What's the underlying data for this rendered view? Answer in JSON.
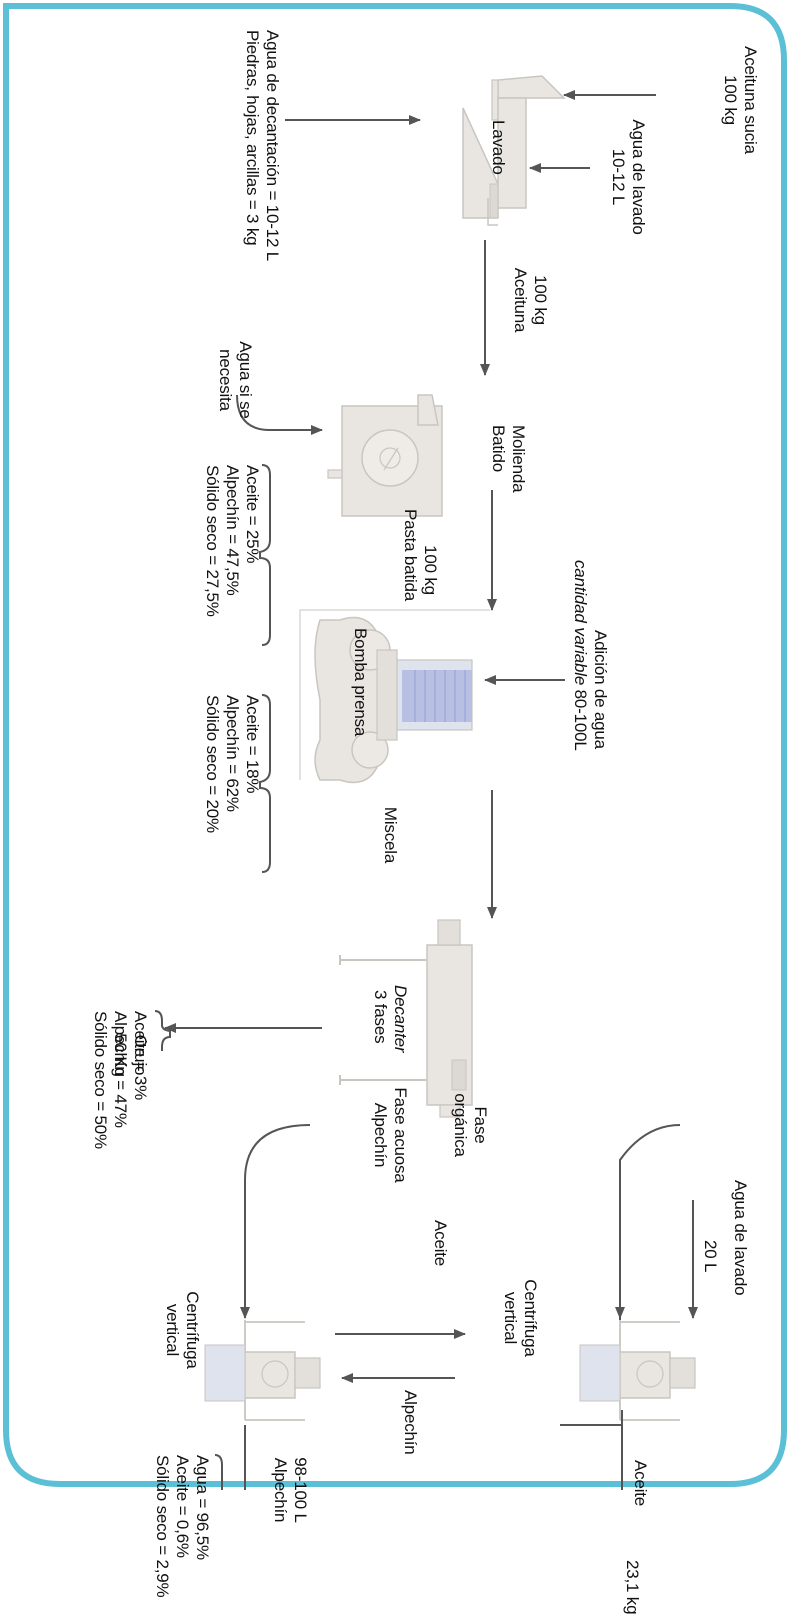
{
  "colors": {
    "border": "#5bc0d6",
    "arrow": "#555555",
    "machine": "#e9e6e2",
    "machine_stroke": "#c9c5c0",
    "accent": "#a9b4dc"
  },
  "inputs": {
    "dirty_olive": "Aceituna sucia\n100 kg",
    "wash_water": "Agua de lavado\n10-12 L",
    "water_if_needed": "Agua si se\nnecesita",
    "water_addition_1": "Adición de agua",
    "water_addition_2a": "cantidad variable",
    "water_addition_2b": " 80-100L",
    "wash_water_2": "Agua de lavado",
    "wash_water_2_qty": "20 L"
  },
  "machines": {
    "washer": "Lavado",
    "mill": "Molienda\nBatido",
    "pump": "Bomba prensa",
    "decanter_italic": "Decanter",
    "decanter_phases": "3 fases",
    "centrifuge_1": "Centrífuga\nvertical",
    "centrifuge_2": "Centrífuga\nvertical"
  },
  "outputs": {
    "decant_water": "Agua de decantación = 10-12 L",
    "stones": "Piedras, hojas, arcillas = 3 kg",
    "olive_flow": "100 kg\nAceituna",
    "paste_flow_qty": "100 kg",
    "paste_flow_name": "Pasta batida",
    "miscela": "Miscela",
    "orujo": "Orujo\n50 Kg",
    "organic_phase": "Fase\norgánica",
    "aqueous_phase": "Fase acuosa\nAlpechín",
    "oil_between": "Aceite",
    "alpechin_between": "Alpechín",
    "final_oil_name": "Aceite",
    "final_oil_qty": "23,1 kg",
    "final_alpechin": "98-100 L\nAlpechín"
  },
  "compositions": {
    "paste": "Aceite = 25%\nAlpechín = 47,5%\nSólido seco = 27,5%",
    "miscela": "Aceite = 18%\nAlpechín = 62%\nSólido seco = 20%",
    "orujo": "Aceite = 3%\nAlpechín = 47%\nSólido seco = 50%",
    "alpechin": "Agua = 96,5%\nAceite = 0,6%\nSólido seco = 2,9%"
  }
}
